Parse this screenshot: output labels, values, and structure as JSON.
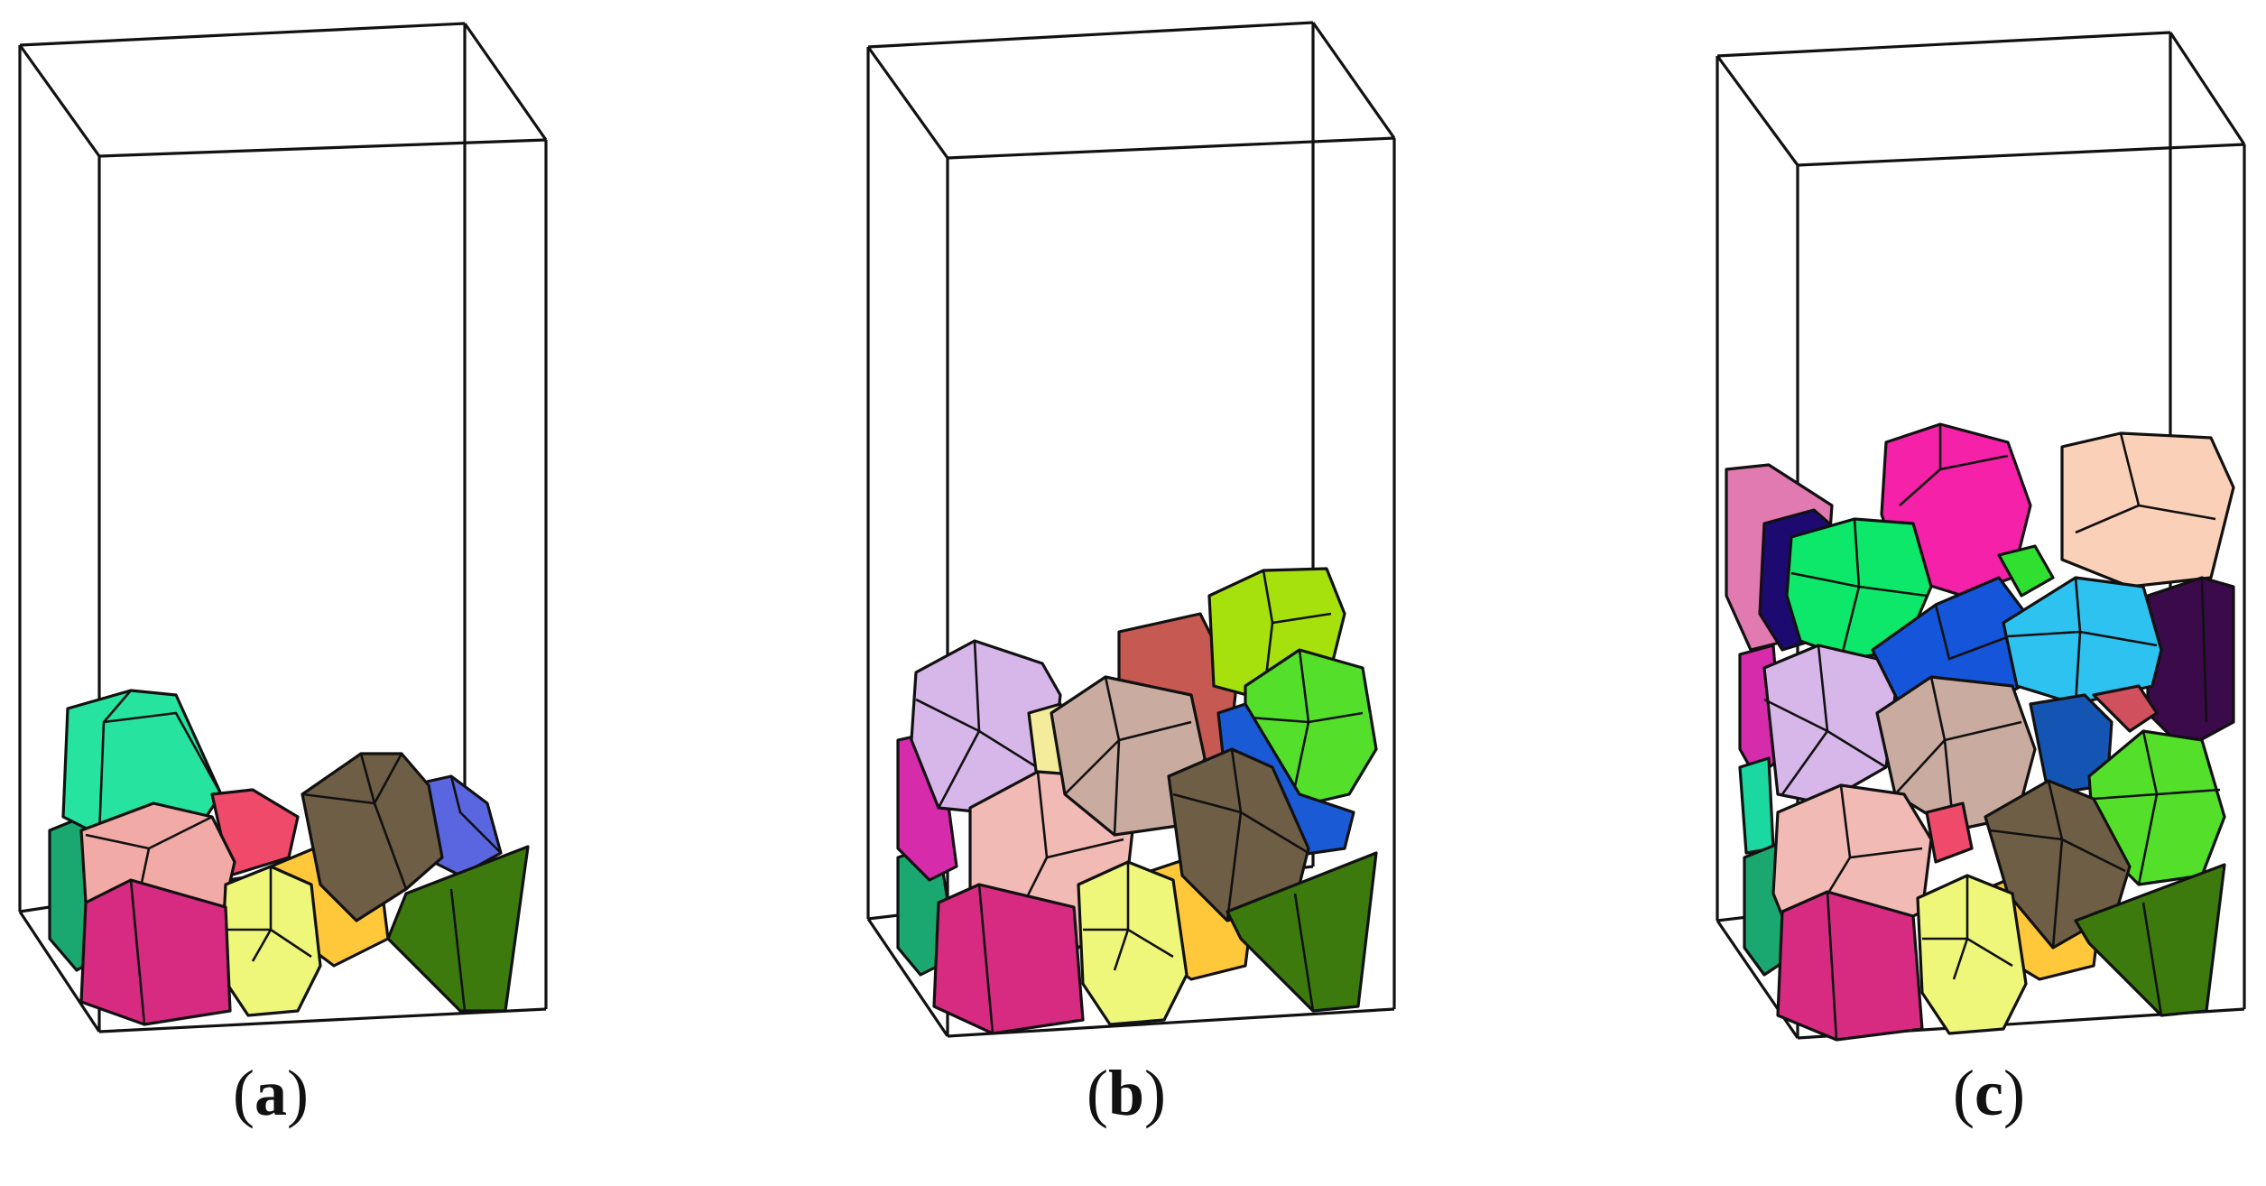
{
  "figure": {
    "panels": [
      {
        "id": "a",
        "caption_open": "(",
        "caption_letter": "a",
        "caption_close": ")"
      },
      {
        "id": "b",
        "caption_open": "(",
        "caption_letter": "b",
        "caption_close": ")"
      },
      {
        "id": "c",
        "caption_open": "(",
        "caption_letter": "c",
        "caption_close": ")"
      }
    ]
  }
}
